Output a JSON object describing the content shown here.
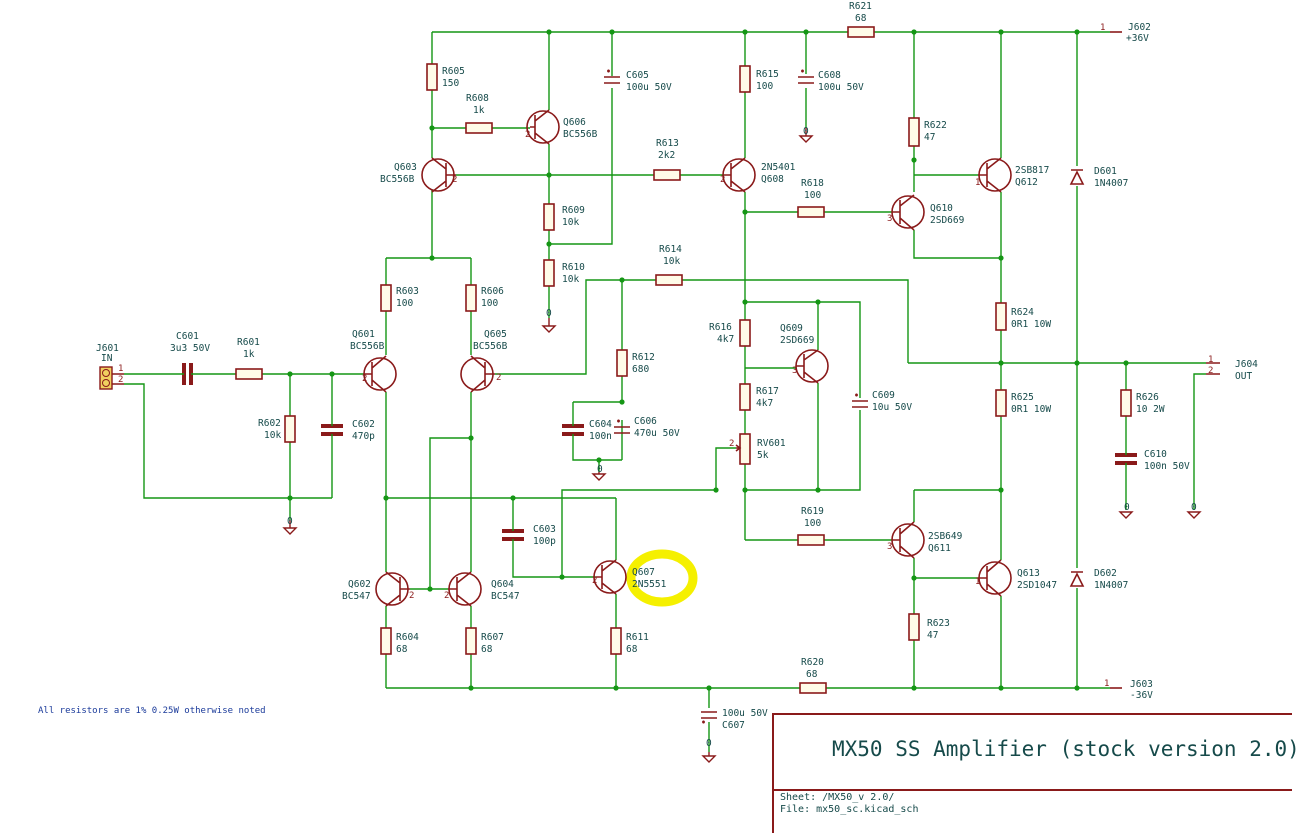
{
  "title_block": {
    "title": "MX50 SS Amplifier (stock version 2.0)",
    "sheet": "Sheet: /MX50_v 2.0/",
    "file": "File: mx50_sc.kicad_sch"
  },
  "note": "All resistors are 1% 0.25W otherwise noted",
  "highlight_color": "#f5f000",
  "connectors": {
    "j601": {
      "ref": "J601",
      "name": "IN"
    },
    "j602": {
      "ref": "J602",
      "name": "+36V"
    },
    "j603": {
      "ref": "J603",
      "name": "-36V"
    },
    "j604": {
      "ref": "J604",
      "name": "OUT"
    }
  },
  "pins": {
    "one": "1",
    "two": "2",
    "three": "3"
  },
  "gnd": "0",
  "resistors": {
    "r601": {
      "ref": "R601",
      "val": "1k"
    },
    "r602": {
      "ref": "R602",
      "val": "10k"
    },
    "r603": {
      "ref": "R603",
      "val": "100"
    },
    "r604": {
      "ref": "R604",
      "val": "68"
    },
    "r605": {
      "ref": "R605",
      "val": "150"
    },
    "r606": {
      "ref": "R606",
      "val": "100"
    },
    "r607": {
      "ref": "R607",
      "val": "68"
    },
    "r608": {
      "ref": "R608",
      "val": "1k"
    },
    "r609": {
      "ref": "R609",
      "val": "10k"
    },
    "r610": {
      "ref": "R610",
      "val": "10k"
    },
    "r611": {
      "ref": "R611",
      "val": "68"
    },
    "r612": {
      "ref": "R612",
      "val": "680"
    },
    "r613": {
      "ref": "R613",
      "val": "2k2"
    },
    "r614": {
      "ref": "R614",
      "val": "10k"
    },
    "r615": {
      "ref": "R615",
      "val": "100"
    },
    "r616": {
      "ref": "R616",
      "val": "4k7"
    },
    "r617": {
      "ref": "R617",
      "val": "4k7"
    },
    "r618": {
      "ref": "R618",
      "val": "100"
    },
    "r619": {
      "ref": "R619",
      "val": "100"
    },
    "r620": {
      "ref": "R620",
      "val": "68"
    },
    "r621": {
      "ref": "R621",
      "val": "68"
    },
    "r622": {
      "ref": "R622",
      "val": "47"
    },
    "r623": {
      "ref": "R623",
      "val": "47"
    },
    "r624": {
      "ref": "R624",
      "val": "0R1 10W"
    },
    "r625": {
      "ref": "R625",
      "val": "0R1 10W"
    },
    "r626": {
      "ref": "R626",
      "val": "10 2W"
    },
    "rv601": {
      "ref": "RV601",
      "val": "5k"
    }
  },
  "capacitors": {
    "c601": {
      "ref": "C601",
      "val": "3u3 50V"
    },
    "c602": {
      "ref": "C602",
      "val": "470p"
    },
    "c603": {
      "ref": "C603",
      "val": "100p"
    },
    "c604": {
      "ref": "C604",
      "val": "100n"
    },
    "c605": {
      "ref": "C605",
      "val": "100u 50V"
    },
    "c606": {
      "ref": "C606",
      "val": "470u 50V"
    },
    "c607": {
      "ref": "C607",
      "val": "100u 50V"
    },
    "c608": {
      "ref": "C608",
      "val": "100u 50V"
    },
    "c609": {
      "ref": "C609",
      "val": "10u 50V"
    },
    "c610": {
      "ref": "C610",
      "val": "100n 50V"
    }
  },
  "transistors": {
    "q601": {
      "ref": "Q601",
      "val": "BC556B"
    },
    "q602": {
      "ref": "Q602",
      "val": "BC547"
    },
    "q603": {
      "ref": "Q603",
      "val": "BC556B"
    },
    "q604": {
      "ref": "Q604",
      "val": "BC547"
    },
    "q605": {
      "ref": "Q605",
      "val": "BC556B"
    },
    "q606": {
      "ref": "Q606",
      "val": "BC556B"
    },
    "q607": {
      "ref": "Q607",
      "val": "2N5551"
    },
    "q608": {
      "ref": "Q608",
      "val": "2N5401"
    },
    "q609": {
      "ref": "Q609",
      "val": "2SD669"
    },
    "q610": {
      "ref": "Q610",
      "val": "2SD669"
    },
    "q611": {
      "ref": "Q611",
      "val": "2SB649"
    },
    "q612": {
      "ref": "Q612",
      "val": "2SB817"
    },
    "q613": {
      "ref": "Q613",
      "val": "2SD1047"
    }
  },
  "diodes": {
    "d601": {
      "ref": "D601",
      "val": "1N4007"
    },
    "d602": {
      "ref": "D602",
      "val": "1N4007"
    }
  }
}
